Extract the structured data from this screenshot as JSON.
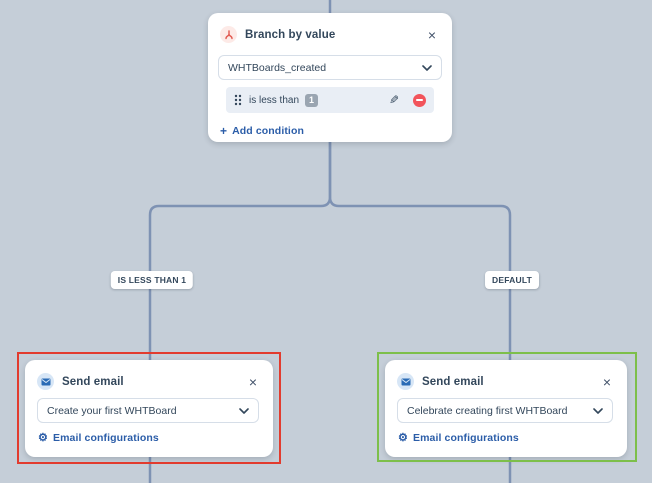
{
  "colors": {
    "canvas_bg": "#c5ced8",
    "connector": "#7e92b3",
    "text_navy": "#33475b",
    "link_blue": "#2b5da8",
    "badge_gray": "#9aa5b1",
    "remove_red": "#f2545b",
    "branch_icon_red": "#e25950",
    "email_icon_blue": "#2a6bb5",
    "highlight_red_box": "#e23b2e",
    "highlight_green_box": "#7dbf4a"
  },
  "flow": {
    "branch_node": {
      "title": "Branch by value",
      "close": "×",
      "property_dropdown": {
        "value": "WHTBoards_created"
      },
      "condition_row": {
        "operator_text": "is less than",
        "value_badge": "1"
      },
      "add_condition": {
        "plus": "+",
        "label": "Add condition"
      }
    },
    "branch_labels": {
      "left_pill": "IS LESS THAN 1",
      "right_pill": "DEFAULT"
    },
    "email_nodes": {
      "left": {
        "title": "Send email",
        "close": "×",
        "template_dropdown": {
          "value": "Create your first WHTBoard"
        },
        "config_link": "Email configurations"
      },
      "right": {
        "title": "Send email",
        "close": "×",
        "template_dropdown": {
          "value": "Celebrate creating first WHTBoard"
        },
        "config_link": "Email configurations"
      }
    }
  }
}
